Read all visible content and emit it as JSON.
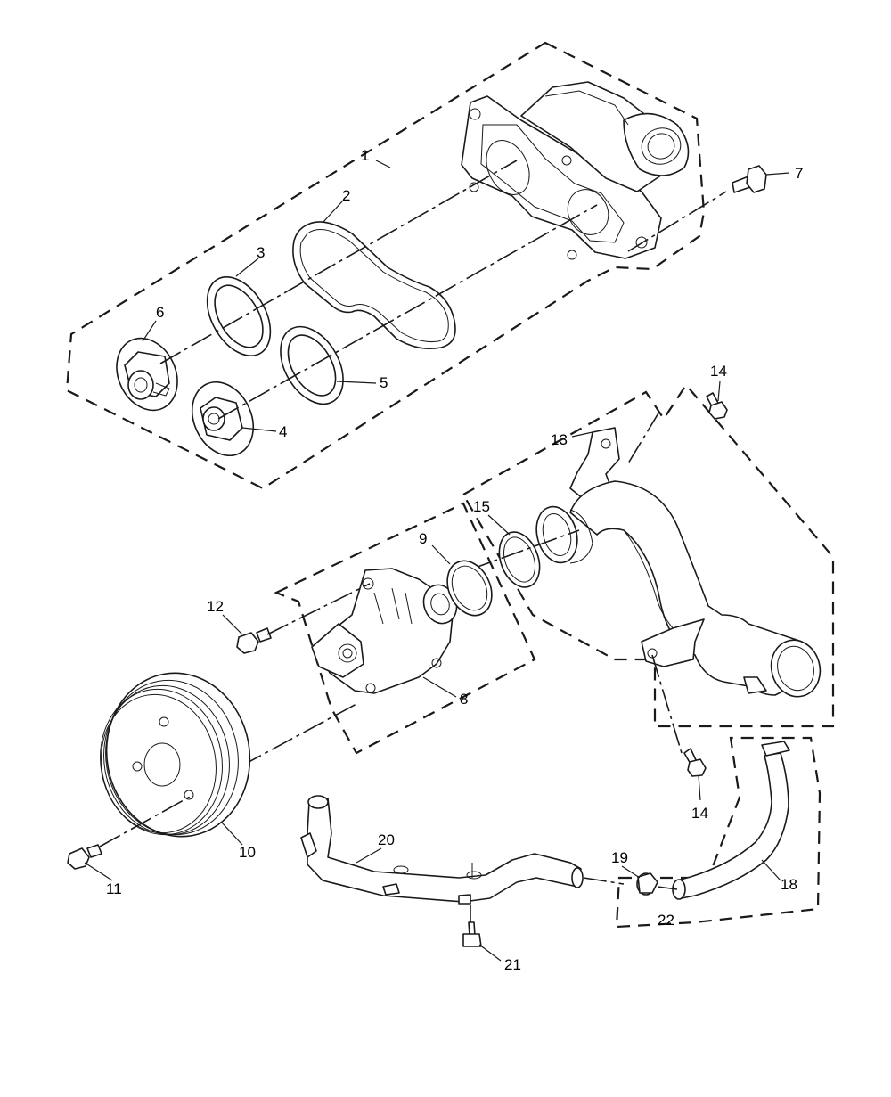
{
  "callouts": [
    {
      "id": "1",
      "text": "1"
    },
    {
      "id": "2",
      "text": "2"
    },
    {
      "id": "3",
      "text": "3"
    },
    {
      "id": "4",
      "text": "4"
    },
    {
      "id": "5",
      "text": "5"
    },
    {
      "id": "6",
      "text": "6"
    },
    {
      "id": "7",
      "text": "7"
    },
    {
      "id": "8",
      "text": "8"
    },
    {
      "id": "9",
      "text": "9"
    },
    {
      "id": "10",
      "text": "10"
    },
    {
      "id": "11",
      "text": "11"
    },
    {
      "id": "12",
      "text": "12"
    },
    {
      "id": "13",
      "text": "13"
    },
    {
      "id": "14a",
      "text": "14"
    },
    {
      "id": "14b",
      "text": "14"
    },
    {
      "id": "15",
      "text": "15"
    },
    {
      "id": "18",
      "text": "18"
    },
    {
      "id": "19",
      "text": "19"
    },
    {
      "id": "20",
      "text": "20"
    },
    {
      "id": "21",
      "text": "21"
    },
    {
      "id": "22",
      "text": "22"
    }
  ]
}
